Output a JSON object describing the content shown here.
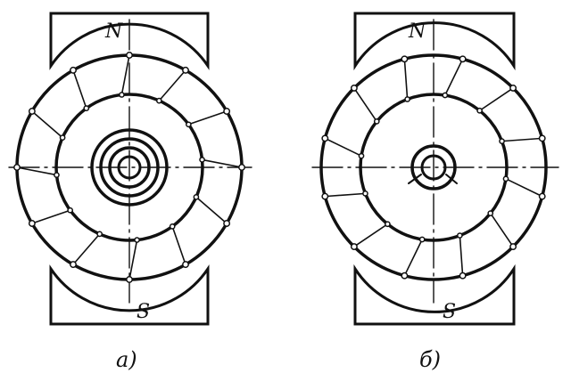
{
  "diagrams": [
    {
      "caption": "а)",
      "poles": {
        "top": "N",
        "bottom": "S"
      },
      "coil_count": 12,
      "commutator_rings": 4
    },
    {
      "caption": "б)",
      "poles": {
        "top": "N",
        "bottom": "S"
      },
      "coil_count": 12,
      "commutator_rings": 2
    }
  ],
  "colors": {
    "ink": "#111111",
    "background": "#ffffff"
  }
}
